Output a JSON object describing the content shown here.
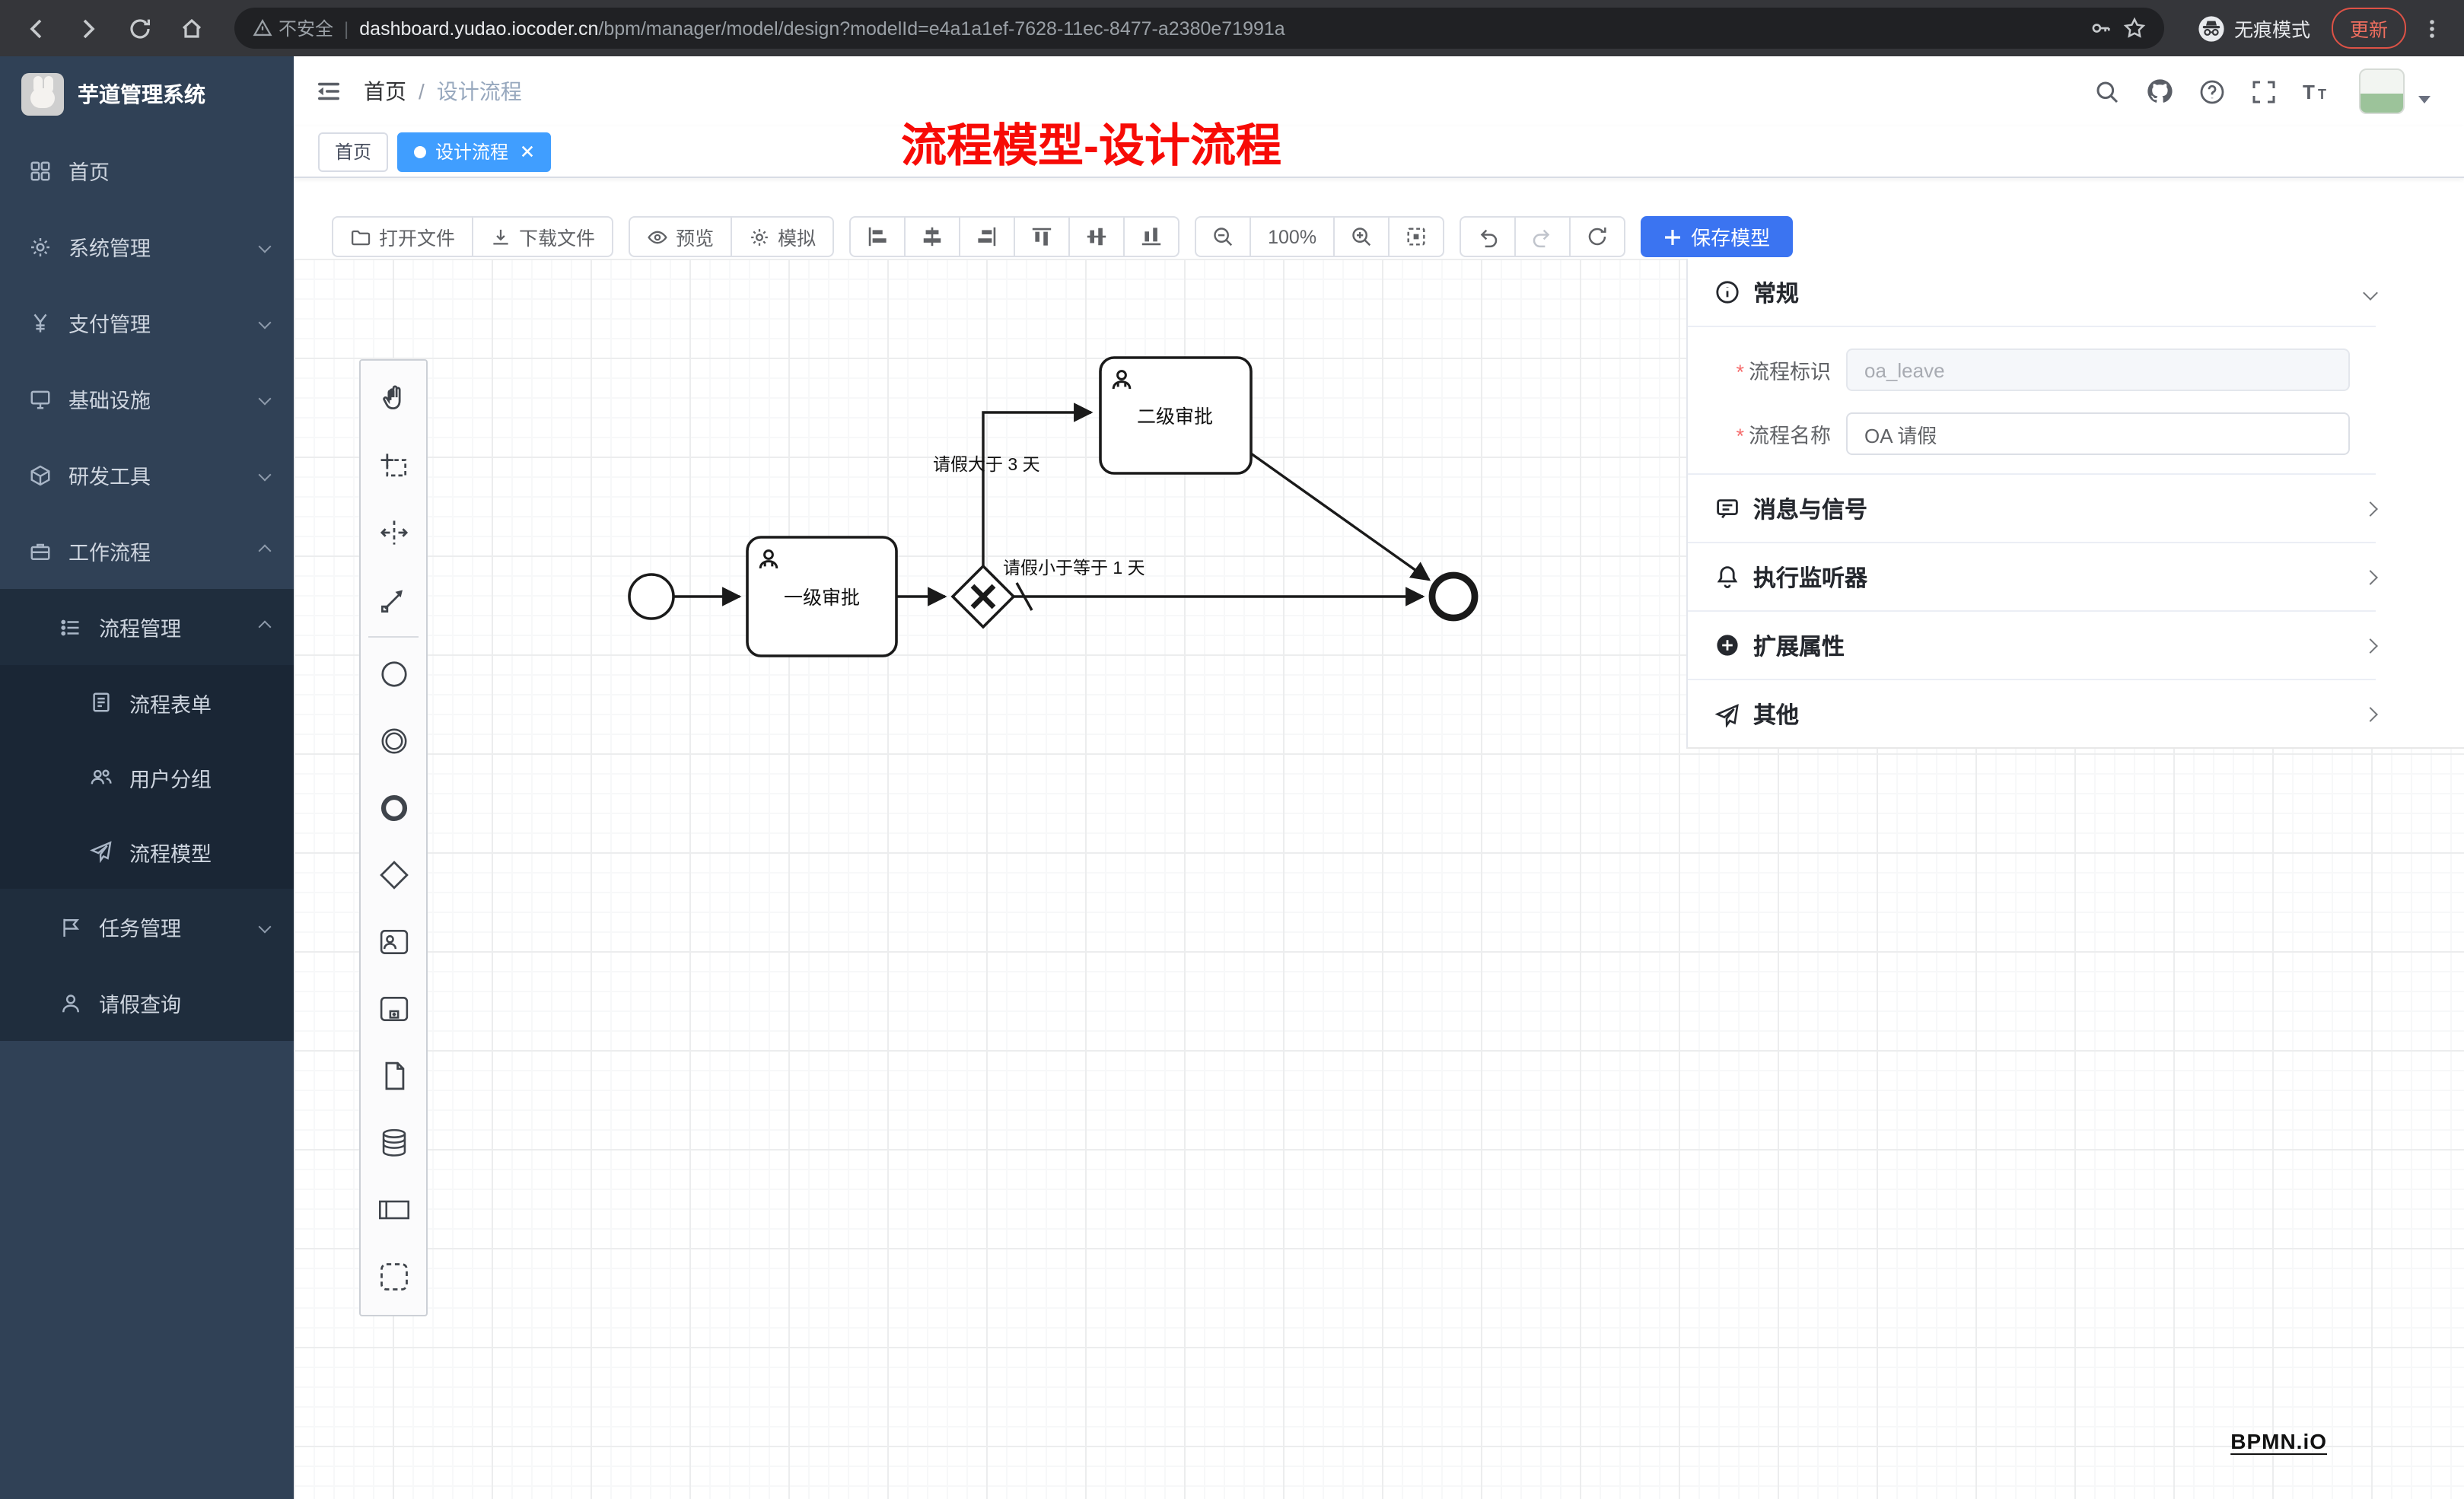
{
  "colors": {
    "primary": "#409eff",
    "save_button": "#3b74f1",
    "sidebar_bg": "#304156",
    "submenu_bg": "#1f2d3d",
    "annotation_red": "#f70b06",
    "required_red": "#f56c6c",
    "chrome_bg": "#35363a",
    "omnibox_bg": "#202124"
  },
  "browser": {
    "security_warning": "不安全",
    "url_host": "dashboard.yudao.iocoder.cn",
    "url_path": "/bpm/manager/model/design?modelId=e4a1a1ef-7628-11ec-8477-a2380e71991a",
    "incognito_label": "无痕模式",
    "update_label": "更新"
  },
  "sidebar": {
    "logo_title": "芋道管理系统",
    "items": [
      {
        "label": "首页"
      },
      {
        "label": "系统管理"
      },
      {
        "label": "支付管理"
      },
      {
        "label": "基础设施"
      },
      {
        "label": "研发工具"
      },
      {
        "label": "工作流程"
      },
      {
        "label": "流程管理"
      },
      {
        "label": "流程表单"
      },
      {
        "label": "用户分组"
      },
      {
        "label": "流程模型"
      },
      {
        "label": "任务管理"
      },
      {
        "label": "请假查询"
      }
    ]
  },
  "header": {
    "breadcrumb_home": "首页",
    "breadcrumb_separator": "/",
    "breadcrumb_current": "设计流程"
  },
  "annotation": {
    "text": "流程模型-设计流程"
  },
  "tabs": {
    "home": "首页",
    "design": "设计流程"
  },
  "toolbar": {
    "open_file": "打开文件",
    "download_file": "下载文件",
    "preview": "预览",
    "simulate": "模拟",
    "zoom_value": "100%",
    "save_model": "保存模型"
  },
  "diagram": {
    "task_level1": "一级审批",
    "task_level2": "二级审批",
    "flow_gt_3_days": "请假大于 3 天",
    "flow_le_1_day": "请假小于等于 1 天"
  },
  "panel": {
    "required_marker": "*",
    "general_title": "常规",
    "process_key_label": "流程标识",
    "process_key_value": "oa_leave",
    "process_name_label": "流程名称",
    "process_name_value": "OA 请假",
    "messages_title": "消息与信号",
    "listeners_title": "执行监听器",
    "ext_attrs_title": "扩展属性",
    "other_title": "其他"
  },
  "watermark": "BPMN.iO"
}
